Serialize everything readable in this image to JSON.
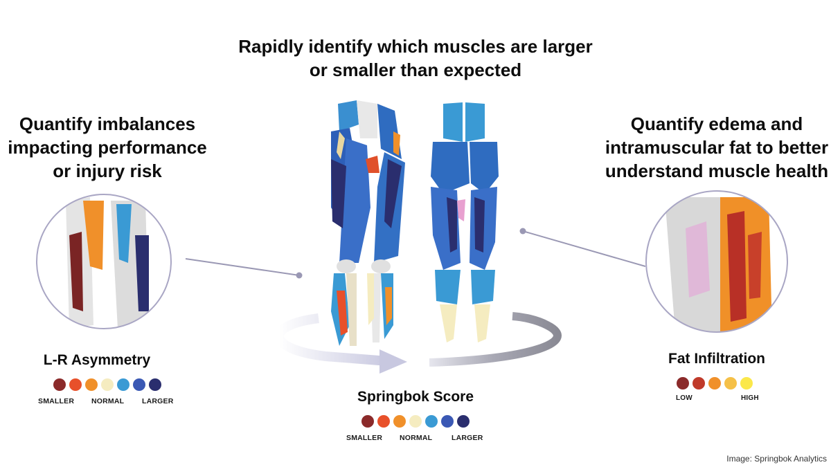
{
  "headlines": {
    "center": "Rapidly identify which muscles are larger or smaller than expected",
    "left": "Quantify imbalances impacting performance or injury risk",
    "right": "Quantify edema and intramuscular fat to better understand muscle health"
  },
  "panels": {
    "lr_asymmetry": {
      "title": "L-R Asymmetry",
      "scale_low": "SMALLER",
      "scale_mid": "NORMAL",
      "scale_high": "LARGER",
      "colors": [
        "#8b2a2a",
        "#e8502a",
        "#f0902a",
        "#f5ecc0",
        "#3a9ad4",
        "#3a58b4",
        "#2a2e6e"
      ]
    },
    "springbok_score": {
      "title": "Springbok Score",
      "scale_low": "SMALLER",
      "scale_mid": "NORMAL",
      "scale_high": "LARGER",
      "colors": [
        "#8b2a2a",
        "#e8502a",
        "#f0902a",
        "#f5ecc0",
        "#3a9ad4",
        "#3a58b4",
        "#2a2e6e"
      ]
    },
    "fat_infiltration": {
      "title": "Fat Infiltration",
      "scale_low": "LOW",
      "scale_high": "HIGH",
      "colors": [
        "#8b2a2a",
        "#c03a2a",
        "#f0902a",
        "#f5c048",
        "#fbe84a"
      ]
    }
  },
  "credit": "Image: Springbok Analytics",
  "icons": [
    "rotation-arrow-icon",
    "leg-muscle-model-icon",
    "zoom-circle-icon"
  ]
}
